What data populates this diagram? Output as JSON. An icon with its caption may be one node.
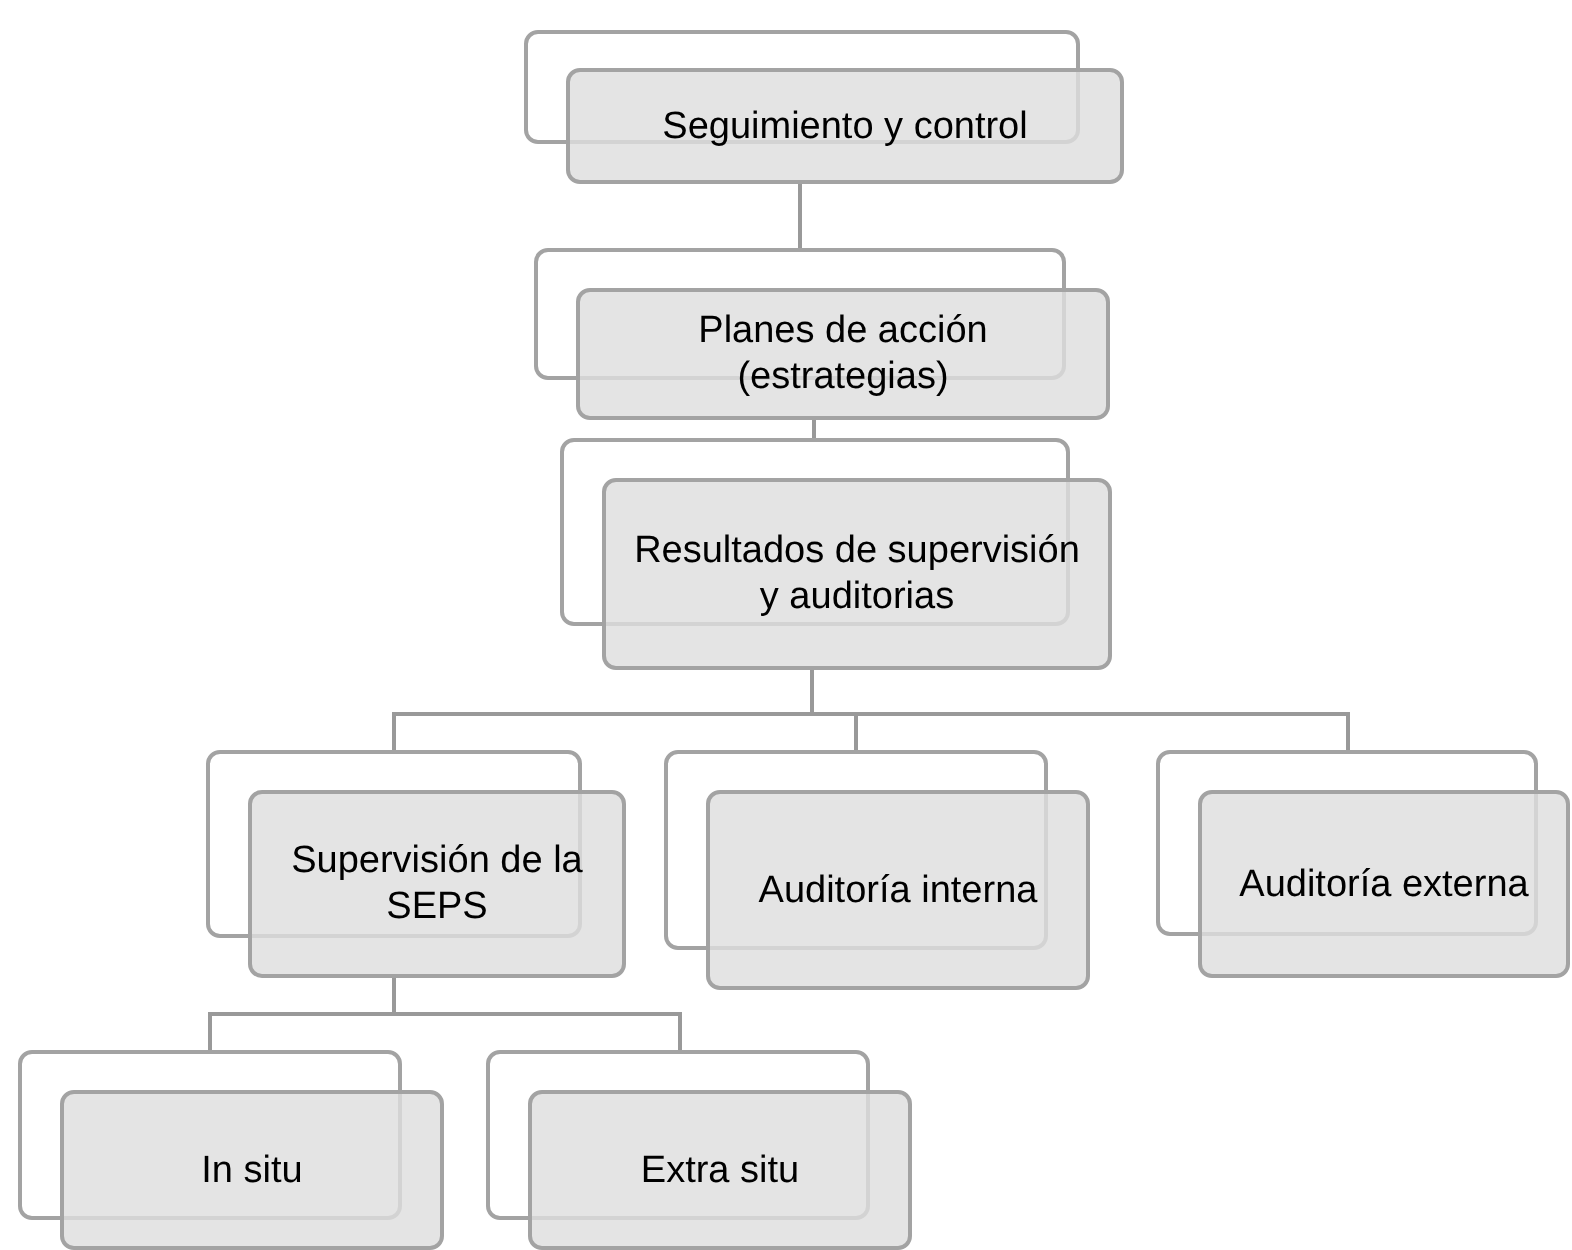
{
  "diagram": {
    "nodes": [
      {
        "text": [
          "Seguimiento y control"
        ]
      },
      {
        "text": [
          "Planes de acción (estrategias)"
        ]
      },
      {
        "text": [
          "Resultados de supervisión y auditorias"
        ]
      },
      {
        "text": [
          "Supervisión de la SEPS"
        ]
      },
      {
        "text": [
          "Auditoría interna"
        ]
      },
      {
        "text": [
          "Auditoría externa"
        ]
      },
      {
        "text": [
          "In situ"
        ]
      },
      {
        "text": [
          "Extra situ"
        ]
      }
    ],
    "edges": [
      {
        "from": 0,
        "to": 1,
        "arrow": "none"
      },
      {
        "from": 1,
        "to": 2,
        "arrow": "none"
      },
      {
        "from": 2,
        "to": 3,
        "arrow": "none"
      },
      {
        "from": 2,
        "to": 4,
        "arrow": "none"
      },
      {
        "from": 2,
        "to": 5,
        "arrow": "none"
      },
      {
        "from": 3,
        "to": 6,
        "arrow": "none"
      },
      {
        "from": 3,
        "to": 7,
        "arrow": "none"
      }
    ]
  }
}
